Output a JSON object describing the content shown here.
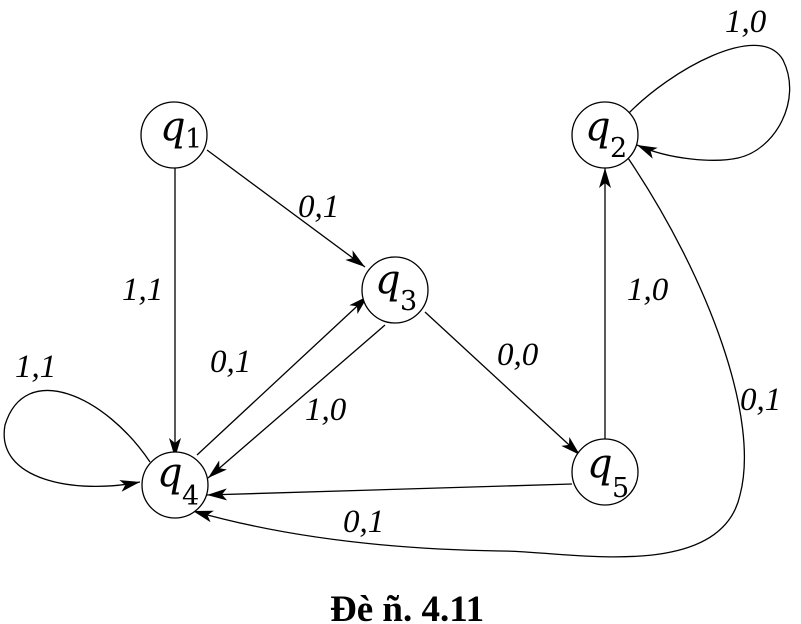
{
  "states": [
    {
      "id": "q1",
      "symbol": "q",
      "sub": "1"
    },
    {
      "id": "q2",
      "symbol": "q",
      "sub": "2"
    },
    {
      "id": "q3",
      "symbol": "q",
      "sub": "3"
    },
    {
      "id": "q4",
      "symbol": "q",
      "sub": "4"
    },
    {
      "id": "q5",
      "symbol": "q",
      "sub": "5"
    }
  ],
  "transitions": [
    {
      "from": "q1",
      "to": "q3",
      "label": "0,1"
    },
    {
      "from": "q1",
      "to": "q4",
      "label": "1,1"
    },
    {
      "from": "q4",
      "to": "q4",
      "label": "1,1"
    },
    {
      "from": "q4",
      "to": "q3",
      "label": "0,1"
    },
    {
      "from": "q3",
      "to": "q4",
      "label": "1,0"
    },
    {
      "from": "q3",
      "to": "q5",
      "label": "0,0"
    },
    {
      "from": "q5",
      "to": "q2",
      "label": "1,0"
    },
    {
      "from": "q2",
      "to": "q2",
      "label": "1,0"
    },
    {
      "from": "q2",
      "to": "q4",
      "label": "0,1"
    },
    {
      "from": "q5",
      "to": "q4",
      "label": "0,1"
    }
  ],
  "caption": "Đè ñ. 4.11"
}
